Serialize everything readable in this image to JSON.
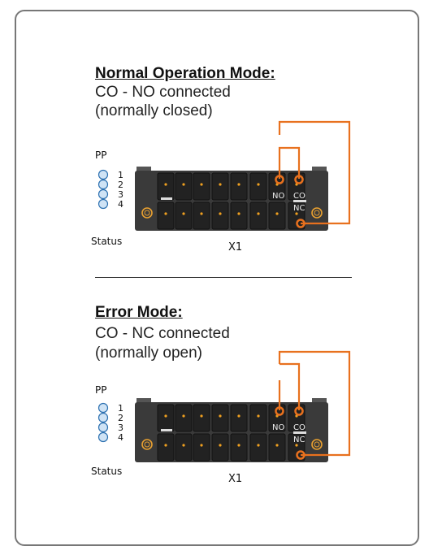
{
  "sections": [
    {
      "heading": "Normal Operation Mode:",
      "line1": "CO - NO connected",
      "line2": "(normally closed)",
      "pp_label": "PP",
      "leds": [
        "1",
        "2",
        "3",
        "4"
      ],
      "status_label": "Status",
      "terminal_label": "X1",
      "no_label": "NO",
      "co_label": "CO",
      "nc_label": "NC"
    },
    {
      "heading": "Error Mode:",
      "line1": "CO - NC connected",
      "line2": "(normally open)",
      "pp_label": "PP",
      "leds": [
        "1",
        "2",
        "3",
        "4"
      ],
      "status_label": "Status",
      "terminal_label": "X1",
      "no_label": "NO",
      "co_label": "CO",
      "nc_label": "NC"
    }
  ],
  "colors": {
    "wire": "#e8711e",
    "led_fill": "#cfe3f5",
    "led_stroke": "#2a6fb0",
    "module_body": "#3a3a3a",
    "terminal": "#2a2a2a",
    "pin": "#f0a020"
  }
}
